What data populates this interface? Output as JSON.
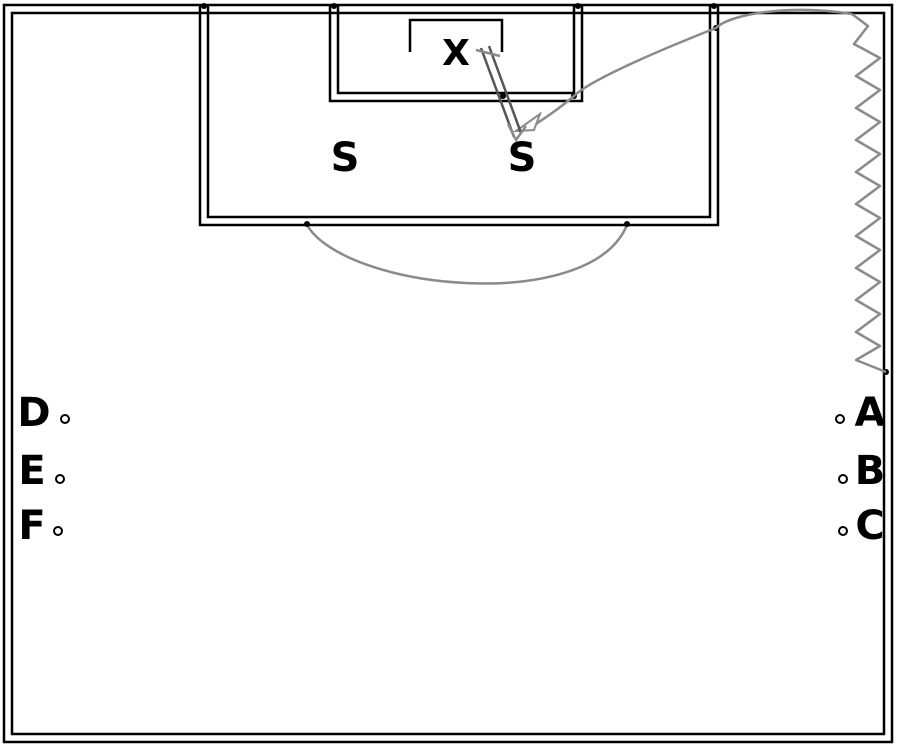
{
  "goalkeeper_label": "X",
  "players": [
    {
      "id": "s-left",
      "label": "S"
    },
    {
      "id": "s-right",
      "label": "S"
    }
  ],
  "cones_right": [
    {
      "id": "a",
      "label": "A"
    },
    {
      "id": "b",
      "label": "B"
    },
    {
      "id": "c",
      "label": "C"
    }
  ],
  "cones_left": [
    {
      "id": "d",
      "label": "D"
    },
    {
      "id": "e",
      "label": "E"
    },
    {
      "id": "f",
      "label": "F"
    }
  ],
  "colors": {
    "lines": "#000000",
    "movement": "#8a8a8a",
    "background": "#ffffff"
  }
}
